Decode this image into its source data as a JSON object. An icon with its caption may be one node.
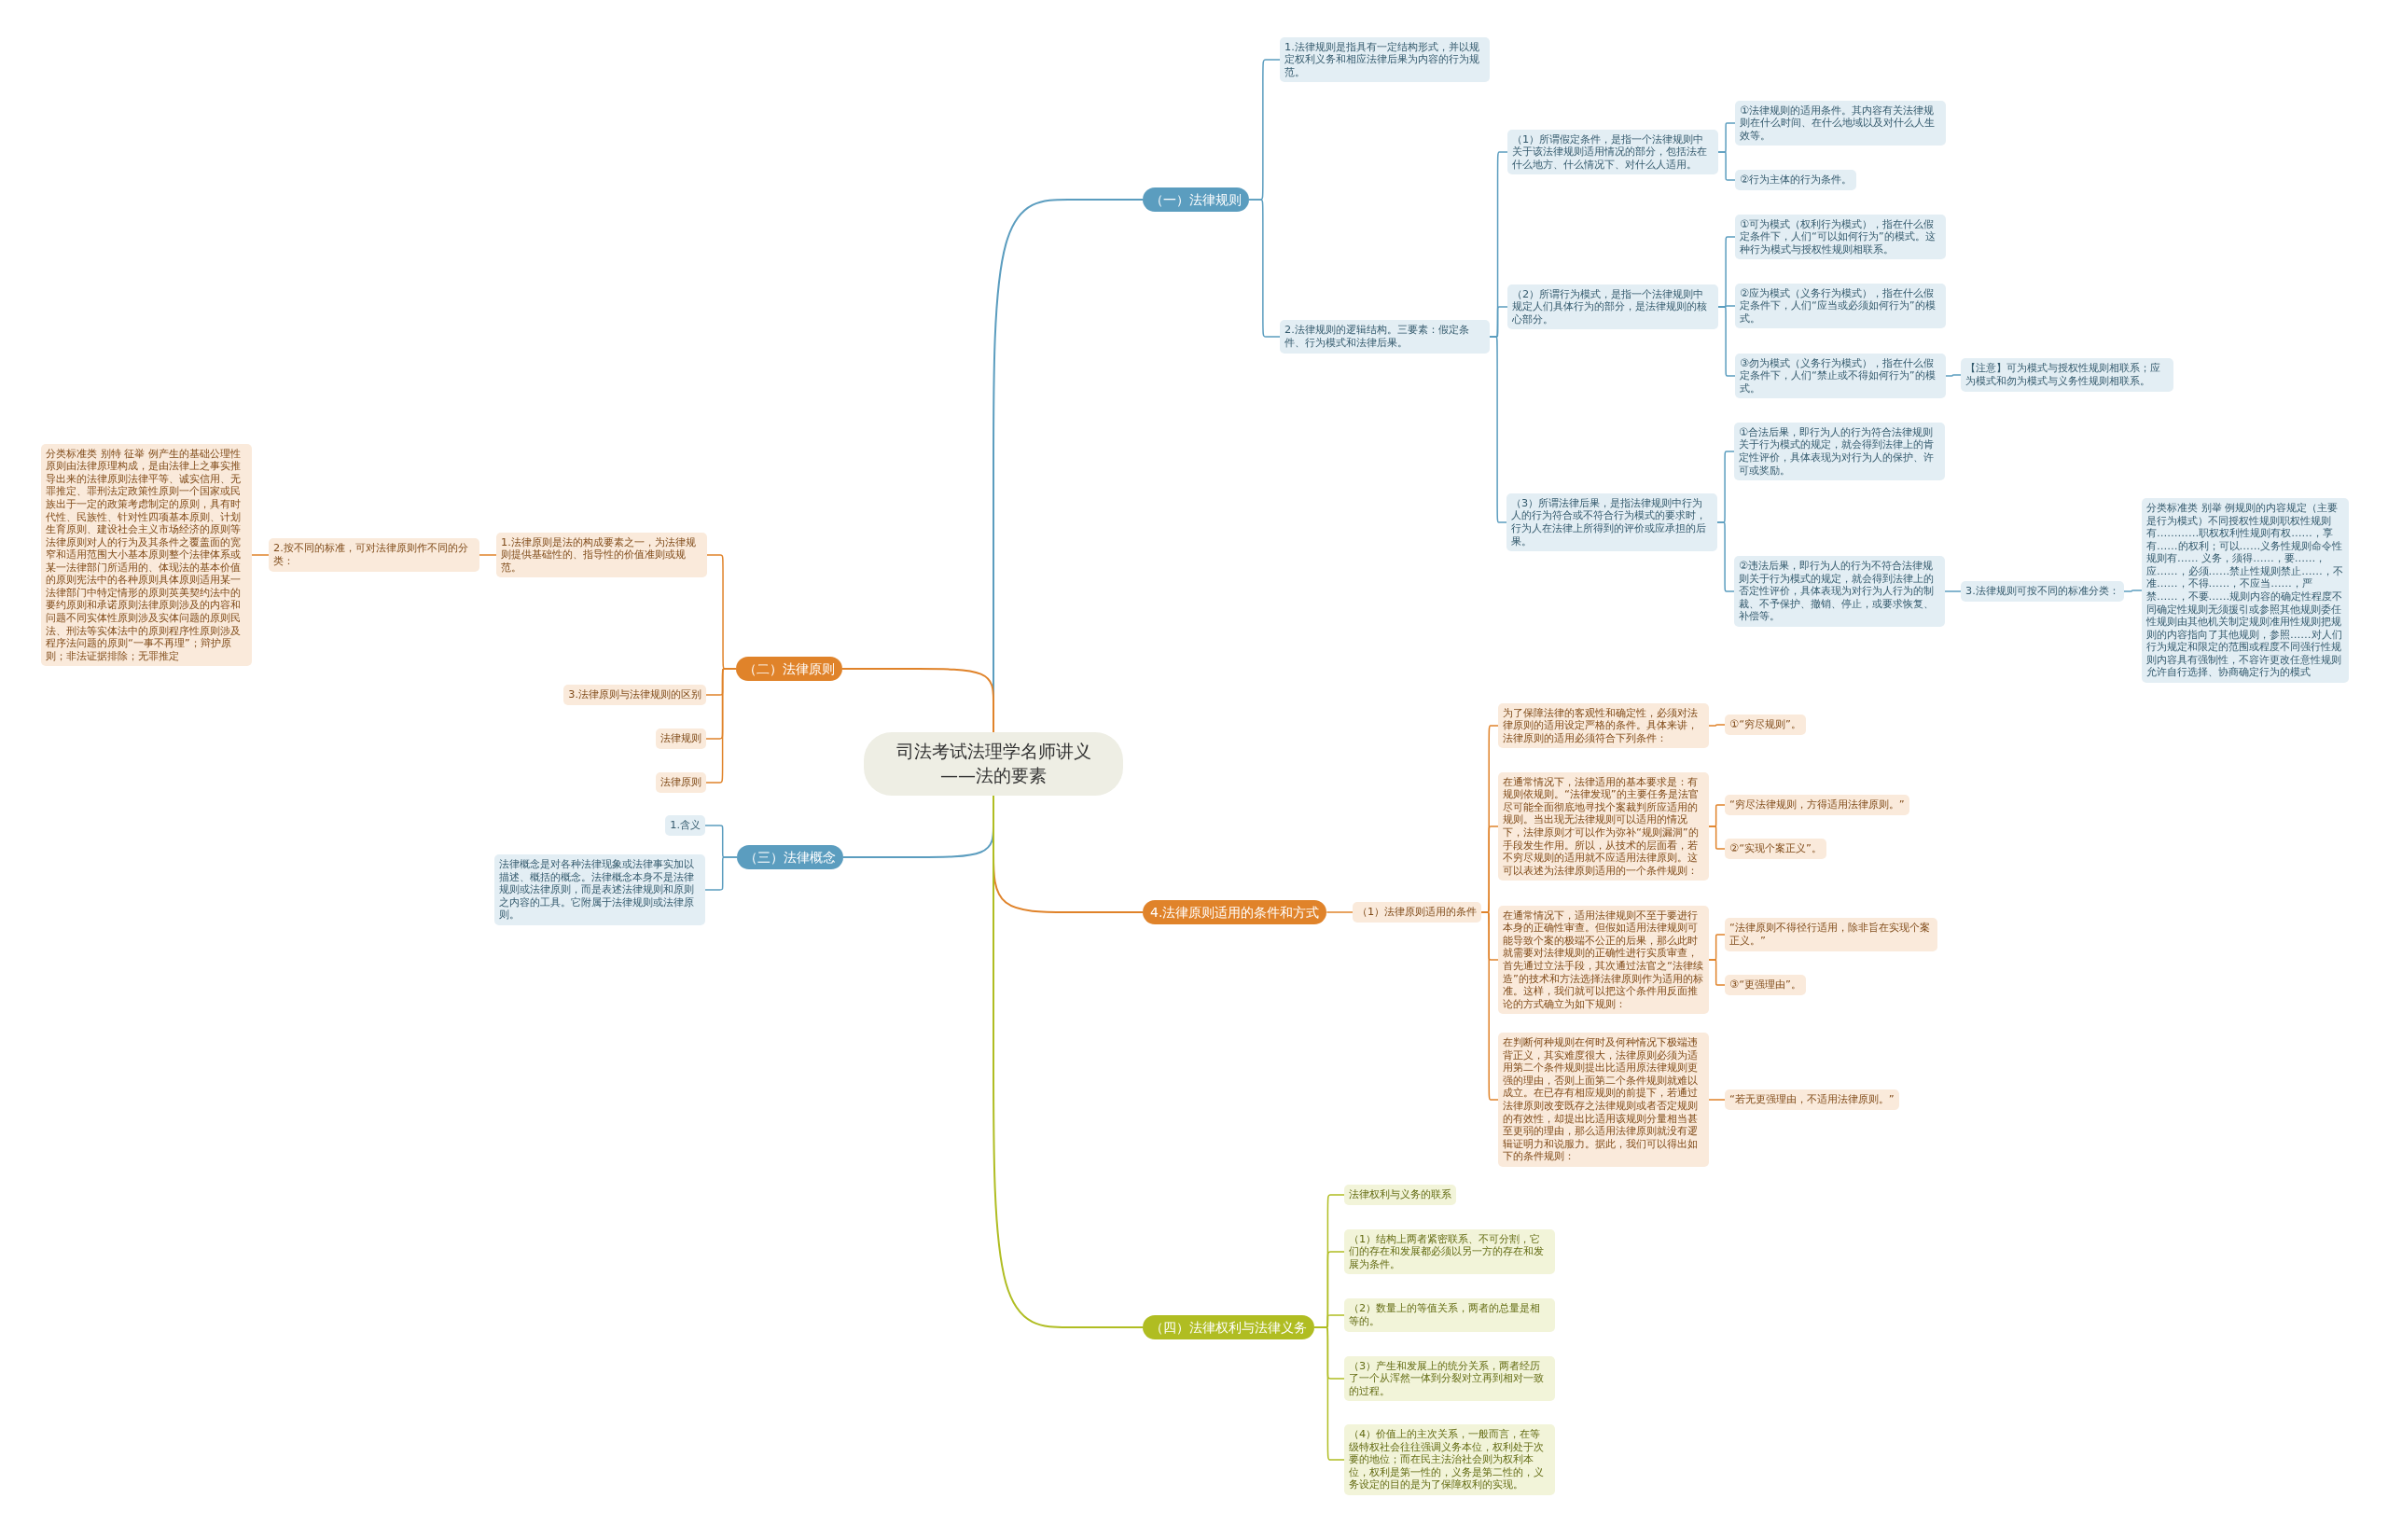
{
  "diagram": {
    "nodes": [
      {
        "text": [
          "司法考试法理学名师讲义——法的要素"
        ]
      },
      {
        "text": [
          "（一）法律规则"
        ]
      },
      {
        "text": [
          "1.法律规则是指具有一定结构形式，并以规定权利义务和相应法律后果为内容的行为规范。"
        ]
      },
      {
        "text": [
          "2.法律规则的逻辑结构。三要素：假定条件、行为模式和法律后果。"
        ]
      },
      {
        "text": [
          "（1）所谓假定条件，是指一个法律规则中关于该法律规则适用情况的部分，包括法在什么地方、什么情况下、对什么人适用。"
        ]
      },
      {
        "text": [
          "①法律规则的适用条件。其内容有关法律规则在什么时间、在什么地域以及对什么人生效等。"
        ]
      },
      {
        "text": [
          "②行为主体的行为条件。"
        ]
      },
      {
        "text": [
          "（2）所谓行为模式，是指一个法律规则中规定人们具体行为的部分，是法律规则的核心部分。"
        ]
      },
      {
        "text": [
          "①可为模式（权利行为模式），指在什么假定条件下，人们“可以如何行为”的模式。这种行为模式与授权性规则相联系。"
        ]
      },
      {
        "text": [
          "②应为模式（义务行为模式），指在什么假定条件下，人们“应当或必须如何行为”的模式。"
        ]
      },
      {
        "text": [
          "③勿为模式（义务行为模式），指在什么假定条件下，人们“禁止或不得如何行为”的模式。"
        ]
      },
      {
        "text": [
          "【注意】可为模式与授权性规则相联系；应为模式和勿为模式与义务性规则相联系。"
        ]
      },
      {
        "text": [
          "（3）所谓法律后果，是指法律规则中行为人的行为符合或不符合行为模式的要求时，行为人在法律上所得到的评价或应承担的后果。"
        ]
      },
      {
        "text": [
          "①合法后果，即行为人的行为符合法律规则关于行为模式的规定，就会得到法律上的肯定性评价，具体表现为对行为人的保护、许可或奖励。"
        ]
      },
      {
        "text": [
          "②违法后果，即行为人的行为不符合法律规则关于行为模式的规定，就会得到法律上的否定性评价，具体表现为对行为人行为的制裁、不予保护、撤销、停止，或要求恢复、补偿等。"
        ]
      },
      {
        "text": [
          "3.法律规则可按不同的标准分类："
        ]
      },
      {
        "text": [
          "分类标准类 别举 例规则的内容规定（主要是行为模式）不同授权性规则职权性规则有…………职权权利性规则有权……，享有……的权利；可以……义务性规则命令性规则有…… 义务，须得……，要……，应……，必须……禁止性规则禁止……，不准……，不得……，不应当……，严禁……，不要……规则内容的确定性程度不同确定性规则无须援引或参照其他规则委任性规则由其他机关制定规则准用性规则把规则的内容指向了其他规则，参照……对人们行为规定和限定的范围或程度不同强行性规则内容具有强制性，不容许更改任意性规则允许自行选择、协商确定行为的模式"
        ]
      },
      {
        "text": [
          "（二）法律原则"
        ]
      },
      {
        "text": [
          "1.法律原则是法的构成要素之一，为法律规则提供基础性的、指导性的价值准则或规范。"
        ]
      },
      {
        "text": [
          "2.按不同的标准，可对法律原则作不同的分类："
        ]
      },
      {
        "text": [
          "分类标准类 别特 征举 例产生的基础公理性原则由法律原理构成，是由法律上之事实推导出来的法律原则法律平等、诚实信用、无罪推定、罪刑法定政策性原则一个国家或民族出于一定的政策考虑制定的原则，具有时代性、民族性、针对性四项基本原则、计划生育原则、建设社会主义市场经济的原则等法律原则对人的行为及其条件之覆盖面的宽窄和适用范围大小基本原则整个法律体系或某一法律部门所适用的、体现法的基本价值的原则宪法中的各种原则具体原则适用某一法律部门中特定情形的原则英美契约法中的要约原则和承诺原则法律原则涉及的内容和问题不同实体性原则涉及实体问题的原则民法、刑法等实体法中的原则程序性原则涉及程序法问题的原则“一事不再理”；辩护原则；非法证据排除；无罪推定"
        ]
      },
      {
        "text": [
          "3.法律原则与法律规则的区别"
        ]
      },
      {
        "text": [
          "法律规则"
        ]
      },
      {
        "text": [
          "法律原则"
        ]
      },
      {
        "text": [
          "（三）法律概念"
        ]
      },
      {
        "text": [
          "1.含义"
        ]
      },
      {
        "text": [
          "法律概念是对各种法律现象或法律事实加以描述、概括的概念。法律概念本身不是法律规则或法律原则，而是表述法律规则和原则之内容的工具。它附属于法律规则或法律原则。"
        ]
      },
      {
        "text": [
          "4.法律原则适用的条件和方式"
        ]
      },
      {
        "text": [
          "（1）法律原则适用的条件"
        ]
      },
      {
        "text": [
          "为了保障法律的客观性和确定性，必须对法律原则的适用设定严格的条件。具体来讲，法律原则的适用必须符合下列条件："
        ]
      },
      {
        "text": [
          "①“穷尽规则”。"
        ]
      },
      {
        "text": [
          "在通常情况下，法律适用的基本要求是：有规则依规则。“法律发现”的主要任务是法官尽可能全面彻底地寻找个案裁判所应适用的规则。当出现无法律规则可以适用的情况下，法律原则才可以作为弥补“规则漏洞”的手段发生作用。所以，从技术的层面看，若不穷尽规则的适用就不应适用法律原则。这可以表述为法律原则适用的一个条件规则："
        ]
      },
      {
        "text": [
          "“穷尽法律规则，方得适用法律原则。”"
        ]
      },
      {
        "text": [
          "②“实现个案正义”。"
        ]
      },
      {
        "text": [
          "在通常情况下，适用法律规则不至于要进行本身的正确性审查。但假如适用法律规则可能导致个案的极端不公正的后果，那么此时就需要对法律规则的正确性进行实质审查，首先通过立法手段，其次通过法官之“法律续造”的技术和方法选择法律原则作为适用的标准。这样，我们就可以把这个条件用反面推论的方式确立为如下规则："
        ]
      },
      {
        "text": [
          "“法律原则不得径行适用，除非旨在实现个案正义。”"
        ]
      },
      {
        "text": [
          "③“更强理由”。"
        ]
      },
      {
        "text": [
          "在判断何种规则在何时及何种情况下极端违背正义，其实难度很大，法律原则必须为适用第二个条件规则提出比适用原法律规则更强的理由，否则上面第二个条件规则就难以成立。在已存有相应规则的前提下，若通过法律原则改变既存之法律规则或者否定规则的有效性，却提出比适用该规则分量相当甚至更弱的理由，那么适用法律原则就没有逻辑证明力和说服力。据此，我们可以得出如下的条件规则："
        ]
      },
      {
        "text": [
          "“若无更强理由，不适用法律原则。”"
        ]
      },
      {
        "text": [
          "（四）法律权利与法律义务"
        ]
      },
      {
        "text": [
          "法律权利与义务的联系"
        ]
      },
      {
        "text": [
          "（1）结构上两者紧密联系、不可分割，它们的存在和发展都必须以另一方的存在和发展为条件。"
        ]
      },
      {
        "text": [
          "（2）数量上的等值关系，两者的总量是相等的。"
        ]
      },
      {
        "text": [
          "（3）产生和发展上的统分关系，两者经历了一个从浑然一体到分裂对立再到相对一致的过程。"
        ]
      },
      {
        "text": [
          "（4）价值上的主次关系，一般而言，在等级特权社会往往强调义务本位，权利处于次要的地位；而在民主法治社会则为权利本位，权利是第一性的，义务是第二性的，义务设定的目的是为了保障权利的实现。"
        ]
      }
    ],
    "edges": [
      {
        "from": 0,
        "to": 1,
        "arrow": "none",
        "color": "#5b9dbf"
      },
      {
        "from": 1,
        "to": 2,
        "arrow": "none",
        "color": "#5b9dbf"
      },
      {
        "from": 1,
        "to": 3,
        "arrow": "none",
        "color": "#5b9dbf"
      },
      {
        "from": 3,
        "to": 4,
        "arrow": "none",
        "color": "#5b9dbf"
      },
      {
        "from": 4,
        "to": 5,
        "arrow": "none",
        "color": "#5b9dbf"
      },
      {
        "from": 4,
        "to": 6,
        "arrow": "none",
        "color": "#5b9dbf"
      },
      {
        "from": 3,
        "to": 7,
        "arrow": "none",
        "color": "#5b9dbf"
      },
      {
        "from": 7,
        "to": 8,
        "arrow": "none",
        "color": "#5b9dbf"
      },
      {
        "from": 7,
        "to": 9,
        "arrow": "none",
        "color": "#5b9dbf"
      },
      {
        "from": 7,
        "to": 10,
        "arrow": "none",
        "color": "#5b9dbf"
      },
      {
        "from": 10,
        "to": 11,
        "arrow": "none",
        "color": "#5b9dbf"
      },
      {
        "from": 3,
        "to": 12,
        "arrow": "none",
        "color": "#5b9dbf"
      },
      {
        "from": 12,
        "to": 13,
        "arrow": "none",
        "color": "#5b9dbf"
      },
      {
        "from": 12,
        "to": 14,
        "arrow": "none",
        "color": "#5b9dbf"
      },
      {
        "from": 14,
        "to": 15,
        "arrow": "none",
        "color": "#5b9dbf"
      },
      {
        "from": 15,
        "to": 16,
        "arrow": "none",
        "color": "#5b9dbf"
      },
      {
        "from": 0,
        "to": 17,
        "arrow": "none",
        "color": "#e0832a"
      },
      {
        "from": 17,
        "to": 18,
        "arrow": "none",
        "color": "#e0832a"
      },
      {
        "from": 18,
        "to": 19,
        "arrow": "none",
        "color": "#e0832a"
      },
      {
        "from": 19,
        "to": 20,
        "arrow": "none",
        "color": "#e0832a"
      },
      {
        "from": 17,
        "to": 21,
        "arrow": "none",
        "color": "#e0832a"
      },
      {
        "from": 17,
        "to": 22,
        "arrow": "none",
        "color": "#e0832a"
      },
      {
        "from": 17,
        "to": 23,
        "arrow": "none",
        "color": "#e0832a"
      },
      {
        "from": 0,
        "to": 24,
        "arrow": "none",
        "color": "#5b9dbf"
      },
      {
        "from": 24,
        "to": 25,
        "arrow": "none",
        "color": "#5b9dbf"
      },
      {
        "from": 24,
        "to": 26,
        "arrow": "none",
        "color": "#5b9dbf"
      },
      {
        "from": 0,
        "to": 27,
        "arrow": "none",
        "color": "#e0832a"
      },
      {
        "from": 27,
        "to": 28,
        "arrow": "none",
        "color": "#e0832a"
      },
      {
        "from": 28,
        "to": 29,
        "arrow": "none",
        "color": "#e0832a"
      },
      {
        "from": 29,
        "to": 30,
        "arrow": "none",
        "color": "#e0832a"
      },
      {
        "from": 28,
        "to": 31,
        "arrow": "none",
        "color": "#e0832a"
      },
      {
        "from": 31,
        "to": 32,
        "arrow": "none",
        "color": "#e0832a"
      },
      {
        "from": 31,
        "to": 33,
        "arrow": "none",
        "color": "#e0832a"
      },
      {
        "from": 28,
        "to": 34,
        "arrow": "none",
        "color": "#e0832a"
      },
      {
        "from": 34,
        "to": 35,
        "arrow": "none",
        "color": "#e0832a"
      },
      {
        "from": 34,
        "to": 36,
        "arrow": "none",
        "color": "#e0832a"
      },
      {
        "from": 28,
        "to": 37,
        "arrow": "none",
        "color": "#e0832a"
      },
      {
        "from": 37,
        "to": 38,
        "arrow": "none",
        "color": "#e0832a"
      },
      {
        "from": 0,
        "to": 39,
        "arrow": "none",
        "color": "#b0bd22"
      },
      {
        "from": 39,
        "to": 40,
        "arrow": "none",
        "color": "#b0bd22"
      },
      {
        "from": 39,
        "to": 41,
        "arrow": "none",
        "color": "#b0bd22"
      },
      {
        "from": 39,
        "to": 42,
        "arrow": "none",
        "color": "#b0bd22"
      },
      {
        "from": 39,
        "to": 43,
        "arrow": "none",
        "color": "#b0bd22"
      },
      {
        "from": 39,
        "to": 44,
        "arrow": "none",
        "color": "#b0bd22"
      }
    ]
  }
}
